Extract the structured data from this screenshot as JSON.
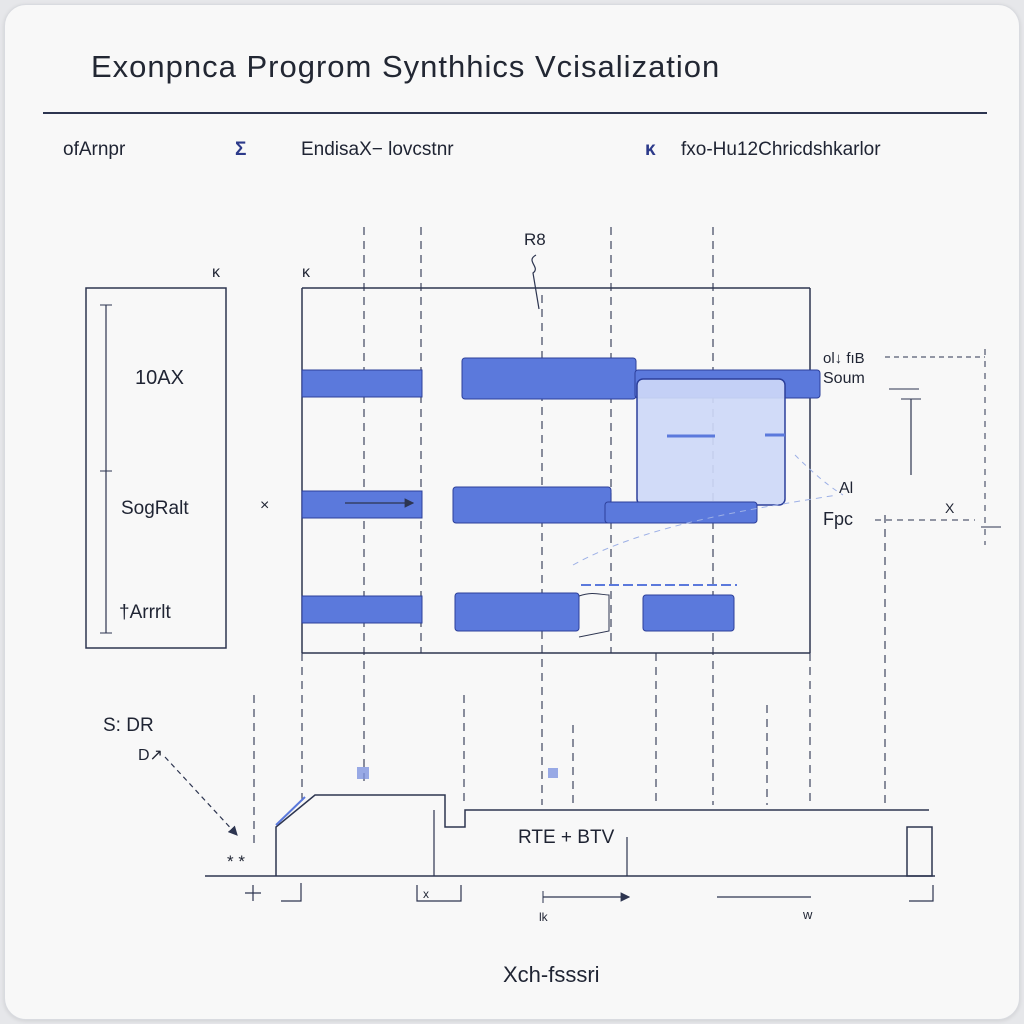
{
  "title": "Exonpnca   Progrom  Synthhics  Vcisalization",
  "header": {
    "col1": "ofArnpr",
    "col1_mark": "Σ",
    "col2": "EndisaΧ−  lovcstnr",
    "col2_mark": "κ",
    "col3": "fxo‐Hu12Chricdshkarlor"
  },
  "legend_box": {
    "items": [
      "10AX",
      "SogRalt",
      "†Arrrlt"
    ],
    "x_mark": "×"
  },
  "grid": {
    "top_marks": [
      "κ",
      "κ"
    ],
    "top_label": "R8"
  },
  "annotations": {
    "right_top_a": "ol↓ fıB",
    "right_top_b": "Soum",
    "right_mid": "Al",
    "right_mid2": "Fpc",
    "right_x": "X",
    "left_bottom_a": "S: DR",
    "left_bottom_b": "D↗",
    "left_bottom_stars": "* *",
    "bottom_center": "RTE + BTV",
    "bottom_left_tick": "x",
    "bottom_mid_tick": "lk",
    "bottom_right_tick": "w"
  },
  "footer_label": "Xch-fsssri",
  "colors": {
    "accent": "#5b79dc",
    "accent_stroke": "#2c3f9a",
    "light_fill": "#cdd8f7",
    "line": "#2d3550"
  }
}
